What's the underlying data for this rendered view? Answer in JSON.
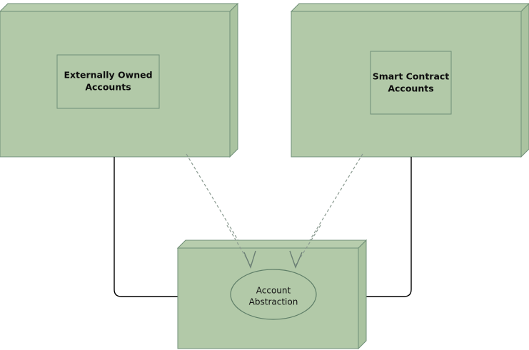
{
  "diagram": {
    "type": "block-diagram",
    "background_color": "#ffffff",
    "palette": {
      "box_fill": "#b2c9a8",
      "box_top_fill": "#b7cdad",
      "box_side_fill": "#aac3a0",
      "box_stroke": "#6f8f77",
      "inner_rect_stroke": "#6f8f77",
      "ellipse_stroke": "#5f7f68",
      "connector_color": "#000000",
      "dashed_arrow_color": "#7f8f86",
      "label_color": "#0d0d0d"
    },
    "nodes": [
      {
        "id": "externally-owned-accounts",
        "label_line1": "Externally Owned",
        "label_line2": "Accounts",
        "shape": "3d-box-with-inner-rect"
      },
      {
        "id": "smart-contract-accounts",
        "label_line1": "Smart Contract",
        "label_line2": "Accounts",
        "shape": "3d-box-with-inner-rect"
      },
      {
        "id": "account-abstraction",
        "label_line1": "Account",
        "label_line2": "Abstraction",
        "shape": "3d-box-with-ellipse"
      }
    ],
    "connectors": [
      {
        "id": "eoa-to-aa-solid",
        "from": "externally-owned-accounts",
        "to": "account-abstraction",
        "style": "solid",
        "arrowhead": "none"
      },
      {
        "id": "sca-to-aa-solid",
        "from": "smart-contract-accounts",
        "to": "account-abstraction",
        "style": "solid",
        "arrowhead": "none"
      },
      {
        "id": "eoa-to-aa-dashed",
        "from": "externally-owned-accounts",
        "to": "account-abstraction",
        "style": "dashed",
        "arrowhead": "open-arrow"
      },
      {
        "id": "sca-to-aa-dashed",
        "from": "smart-contract-accounts",
        "to": "account-abstraction",
        "style": "dashed",
        "arrowhead": "open-arrow"
      }
    ]
  }
}
